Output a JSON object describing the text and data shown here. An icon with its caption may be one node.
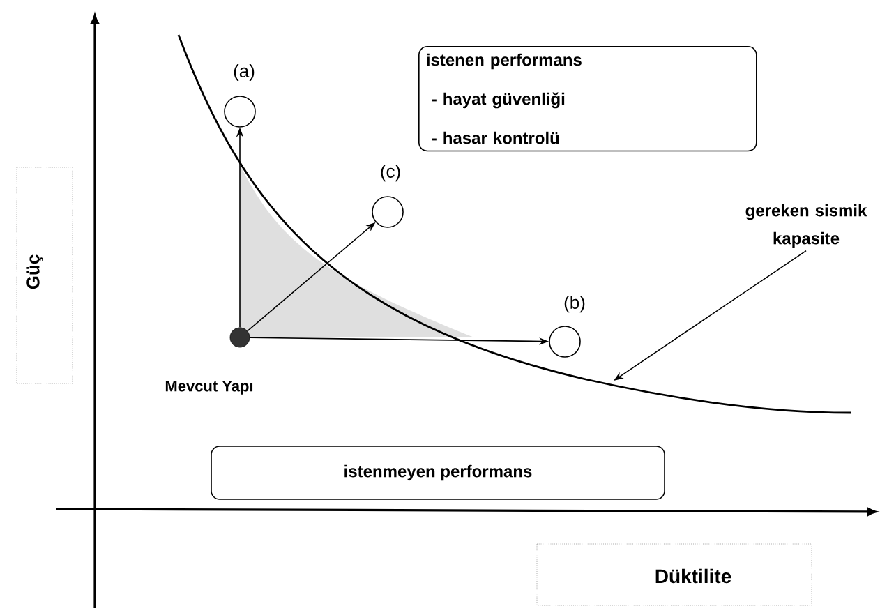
{
  "diagram": {
    "nodes": [
      {
        "text": [],
        "shape": "circle",
        "beside": [
          "Mevcut Yapı"
        ]
      },
      {
        "text": [],
        "shape": "circle",
        "beside": [
          "(a)"
        ]
      },
      {
        "text": [],
        "shape": "circle",
        "beside": [
          "(c)"
        ]
      },
      {
        "text": [],
        "shape": "circle",
        "beside": [
          "(b)"
        ]
      },
      {
        "text": [
          "istenen performans",
          "- hayat güvenliği",
          "- hasar kontrolü"
        ]
      },
      {
        "text": [
          "istenmeyen performans"
        ]
      },
      {
        "text": [
          "gereken sismik kapasite"
        ]
      }
    ],
    "edges": [
      {
        "from": 0,
        "to": 1,
        "arrow": "to"
      },
      {
        "from": 0,
        "to": 2,
        "arrow": "to"
      },
      {
        "from": 0,
        "to": 3,
        "arrow": "to"
      },
      {
        "from": 6,
        "to": null,
        "arrow": "to"
      }
    ],
    "labels": [
      "Güç",
      "Düktilite"
    ]
  }
}
